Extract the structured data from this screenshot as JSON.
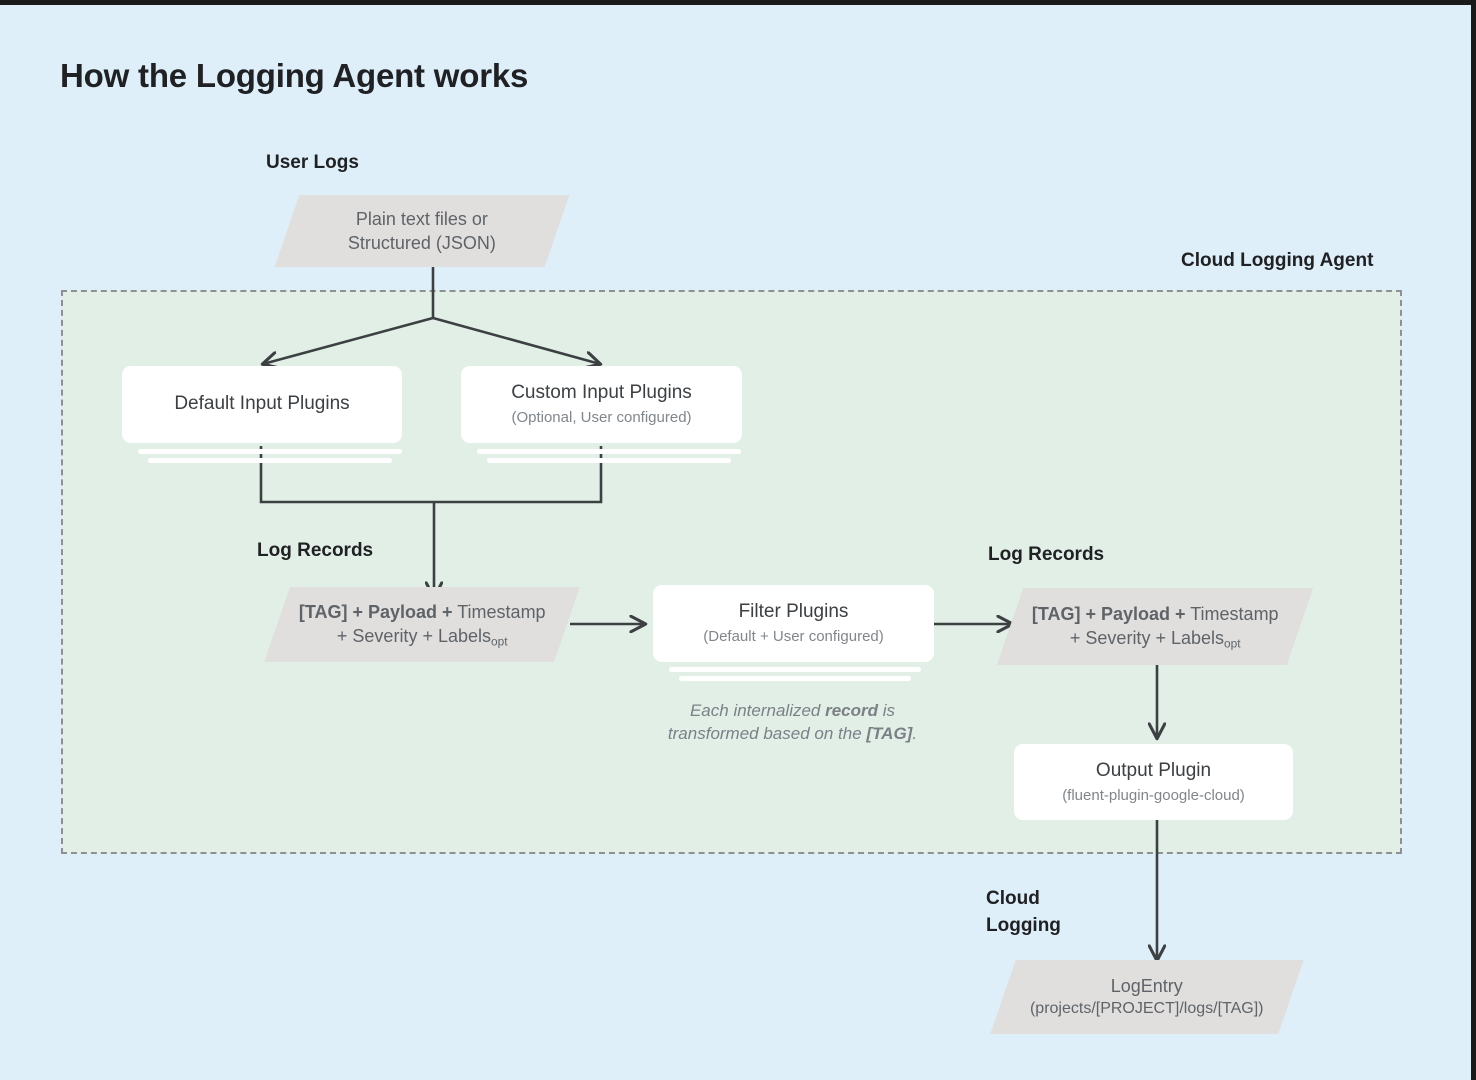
{
  "page": {
    "title": "How the Logging Agent works",
    "background_color": "#deeff9",
    "agent_panel_color": "#e2efe7",
    "parallelogram_color": "#e0dfde",
    "card_color": "#ffffff",
    "connector_color": "#3c4043"
  },
  "labels": {
    "user_logs": "User Logs",
    "cloud_logging_agent": "Cloud Logging Agent",
    "log_records_left": "Log Records",
    "log_records_right": "Log Records",
    "cloud_logging": "Cloud\nLogging"
  },
  "nodes": {
    "user_logs_source": {
      "shape": "parallelogram",
      "line1": "Plain text files or",
      "line2": "Structured (JSON)"
    },
    "default_input_plugins": {
      "shape": "stacked-card",
      "title": "Default Input Plugins",
      "subtitle": ""
    },
    "custom_input_plugins": {
      "shape": "stacked-card",
      "title": "Custom Input Plugins",
      "subtitle": "(Optional, User configured)"
    },
    "log_record_left": {
      "shape": "parallelogram",
      "bold_part": "[TAG] + Payload +",
      "rest_line1": " Timestamp",
      "rest_line2": "+ Severity + Labels",
      "subscript": "opt"
    },
    "filter_plugins": {
      "shape": "stacked-card",
      "title": "Filter Plugins",
      "subtitle": "(Default + User configured)"
    },
    "log_record_right": {
      "shape": "parallelogram",
      "bold_part": "[TAG] + Payload +",
      "rest_line1": " Timestamp",
      "rest_line2": "+ Severity + Labels",
      "subscript": "opt"
    },
    "output_plugin": {
      "shape": "card",
      "title": "Output Plugin",
      "subtitle": "(fluent-plugin-google-cloud)"
    },
    "log_entry": {
      "shape": "parallelogram",
      "title": "LogEntry",
      "subtitle": "(projects/[PROJECT]/logs/[TAG])"
    }
  },
  "annotations": {
    "transform_note_part1": "Each internalized ",
    "transform_note_bold1": "record",
    "transform_note_part2": " is",
    "transform_note_part3": "transformed based on the ",
    "transform_note_bold2": "[TAG]",
    "transform_note_part4": "."
  }
}
